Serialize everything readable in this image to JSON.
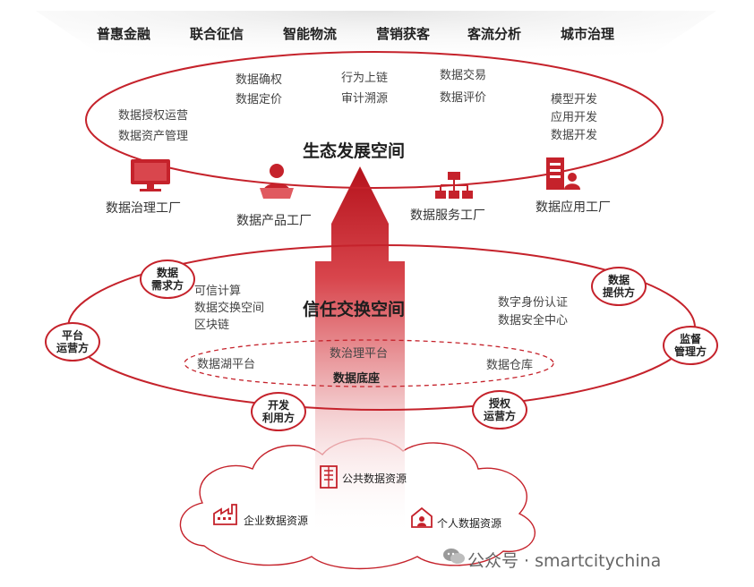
{
  "colors": {
    "accent": "#c5222b",
    "text": "#333333",
    "muted": "#666666"
  },
  "top_scenarios": [
    "普惠金融",
    "联合征信",
    "智能物流",
    "营销获客",
    "客流分析",
    "城市治理"
  ],
  "eco_space": {
    "title": "生态发展空间",
    "group_authorize": [
      "数据授权运营",
      "数据资产管理"
    ],
    "group_confirm": [
      "数据确权",
      "数据定价"
    ],
    "group_chain": [
      "行为上链",
      "审计溯源"
    ],
    "group_trade": [
      "数据交易",
      "数据评价"
    ],
    "group_dev": [
      "模型开发",
      "应用开发",
      "数据开发"
    ],
    "factories": [
      {
        "label": "数据治理工厂",
        "icon": "monitor-icon"
      },
      {
        "label": "数据产品工厂",
        "icon": "person-laptop-icon"
      },
      {
        "label": "数据服务工厂",
        "icon": "org-chart-icon"
      },
      {
        "label": "数据应用工厂",
        "icon": "server-person-icon"
      }
    ]
  },
  "trust_space": {
    "title": "信任交换空间",
    "group_compute": [
      "可信计算",
      "数据交换空间",
      "区块链"
    ],
    "group_identity": [
      "数字身份认证",
      "数据安全中心"
    ],
    "inner": {
      "lake": "数据湖平台",
      "governance": "数治理平台",
      "base": "数据底座",
      "warehouse": "数据仓库"
    },
    "roles": {
      "demand": "数据\n需求方",
      "supply": "数据\n提供方",
      "platform": "平台\n运营方",
      "regulator": "监督\n管理方",
      "developer": "开发\n利用方",
      "authorized": "授权\n运营方"
    }
  },
  "resources": {
    "public": "公共数据资源",
    "enterprise": "企业数据资源",
    "personal": "个人数据资源"
  },
  "watermark": "公众号 · smartcitychina"
}
